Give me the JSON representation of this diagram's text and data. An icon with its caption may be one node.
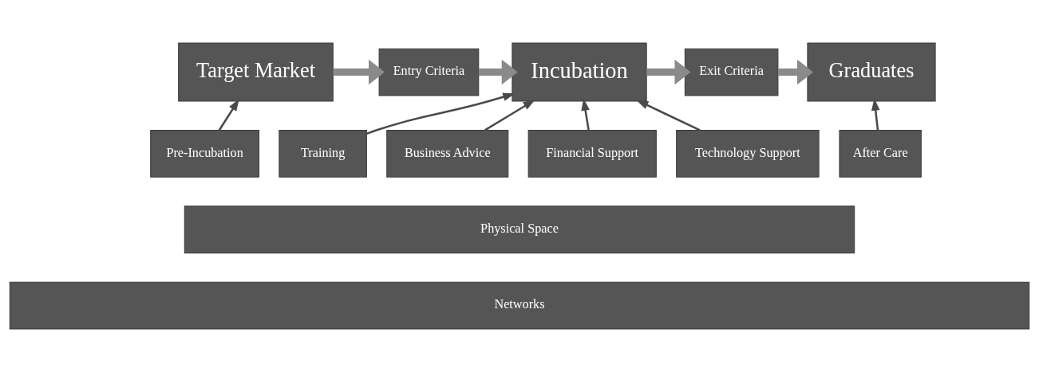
{
  "diagram": {
    "nodes": [
      {
        "text": [
          "Target Market"
        ]
      },
      {
        "text": [
          "Entry Criteria"
        ]
      },
      {
        "text": [
          "Incubation"
        ]
      },
      {
        "text": [
          "Exit Criteria"
        ]
      },
      {
        "text": [
          "Graduates"
        ]
      },
      {
        "text": [
          "Pre-Incubation"
        ]
      },
      {
        "text": [
          "Training"
        ]
      },
      {
        "text": [
          "Business Advice"
        ]
      },
      {
        "text": [
          "Financial Support"
        ]
      },
      {
        "text": [
          "Technology Support"
        ]
      },
      {
        "text": [
          "After Care"
        ]
      },
      {
        "text": [
          "Physical Space"
        ]
      },
      {
        "text": [
          "Networks"
        ]
      }
    ],
    "edges": [
      {
        "from": 0,
        "to": 1,
        "arrow": "to",
        "style": "thick",
        "color": "#8a8a8a"
      },
      {
        "from": 1,
        "to": 2,
        "arrow": "to",
        "style": "thick",
        "color": "#8a8a8a"
      },
      {
        "from": 2,
        "to": 3,
        "arrow": "to",
        "style": "thick",
        "color": "#8a8a8a"
      },
      {
        "from": 3,
        "to": 4,
        "arrow": "to",
        "style": "thick",
        "color": "#8a8a8a"
      },
      {
        "from": 5,
        "to": 0,
        "arrow": "to"
      },
      {
        "from": 6,
        "to": 2,
        "arrow": "to"
      },
      {
        "from": 7,
        "to": 2,
        "arrow": "to"
      },
      {
        "from": 8,
        "to": 2,
        "arrow": "to"
      },
      {
        "from": 9,
        "to": 2,
        "arrow": "to"
      },
      {
        "from": 10,
        "to": 4,
        "arrow": "to"
      }
    ]
  }
}
